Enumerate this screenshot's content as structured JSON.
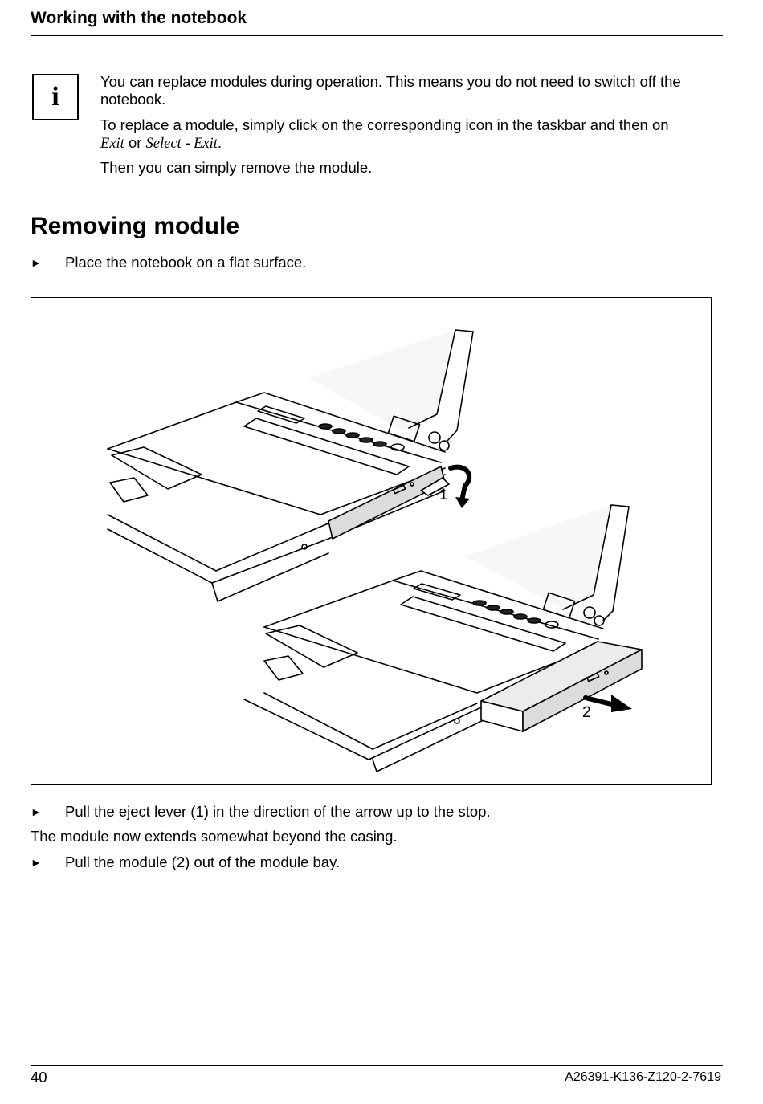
{
  "header": {
    "title": "Working with the notebook"
  },
  "info_note": {
    "icon": "info-icon",
    "icon_glyph": "i",
    "para1": "You can replace modules during operation. This means you do not need to switch off the notebook.",
    "para2_prefix": "To replace a module, simply click on the corresponding icon in the taskbar and then on",
    "para2_exit": "Exit",
    "para2_or": "or",
    "para2_select_exit": "Select - Exit",
    "para2_end": ".",
    "para3": "Then you can simply remove the module."
  },
  "section": {
    "title": "Removing module"
  },
  "steps": {
    "bullet_glyph": "►",
    "step1": "Place the notebook on a flat surface.",
    "step2": "Pull the eject lever (1) in the direction of the arrow up to the stop.",
    "result": "The module now extends somewhat beyond the casing.",
    "step3": "Pull the module (2) out of the module bay."
  },
  "figure": {
    "callout_1": "1",
    "callout_2": "2"
  },
  "footer": {
    "page_number": "40",
    "doc_id": "A26391-K136-Z120-2-7619"
  }
}
